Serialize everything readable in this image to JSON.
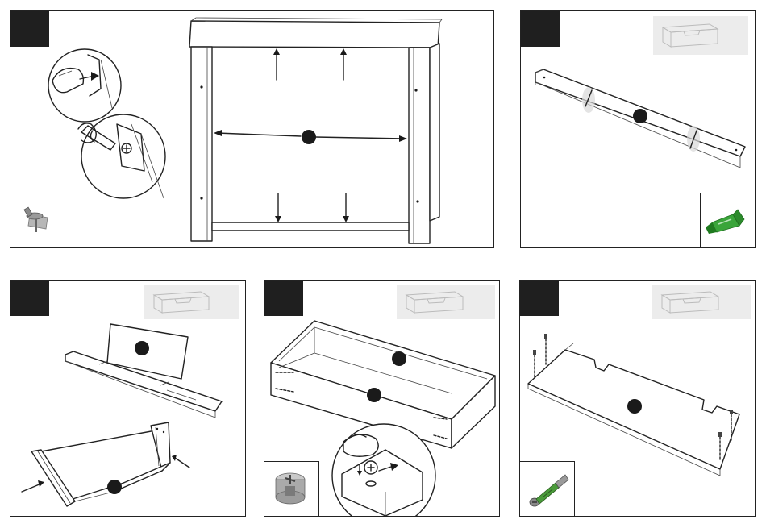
{
  "document": {
    "type": "furniture-assembly-instructions",
    "panels": [
      {
        "id": "p1",
        "step_number": "",
        "hardware": "cam-screw"
      },
      {
        "id": "p2",
        "step_number": "",
        "hardware": "glue-tube"
      },
      {
        "id": "p3",
        "step_number": "",
        "hardware": ""
      },
      {
        "id": "p4",
        "step_number": "",
        "hardware": "cam-lock-nut"
      },
      {
        "id": "p5",
        "step_number": "",
        "hardware": "cam-bolt"
      }
    ]
  },
  "colors": {
    "step_badge": "#1f1f1f",
    "line": "#222222",
    "thumbnail_bg": "#ececec",
    "glue_green": "#3aa53a",
    "bolt_green": "#4a9a3a",
    "hardware_gray": "#9a9a9a"
  },
  "icons": [
    "magnifier-callout",
    "arrow",
    "part-marker-dot",
    "drawer-thumbnail"
  ]
}
